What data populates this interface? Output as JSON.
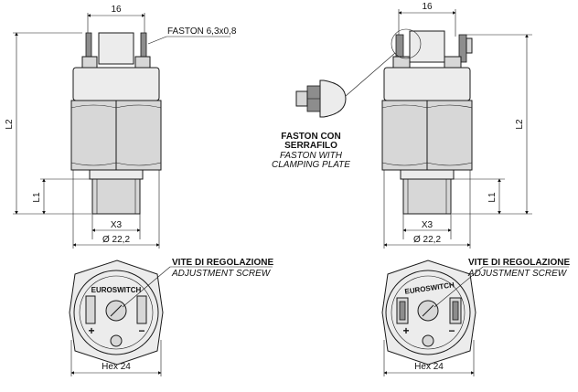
{
  "left_drawing": {
    "width_dim": "16",
    "faston_label": "FASTON 6,3x0,8",
    "l2": "L2",
    "l1": "L1",
    "x3": "X3",
    "diameter": "Ø 22,2"
  },
  "right_drawing": {
    "width_dim": "16",
    "faston_con": "FASTON CON",
    "serrafilo": "SERRAFILO",
    "faston_with": "FASTON WITH",
    "clamping_plate": "CLAMPING PLATE",
    "l2": "L2",
    "l1": "L1",
    "x3": "X3",
    "diameter": "Ø 22,2"
  },
  "left_bottom": {
    "vite": "VITE DI REGOLAZIONE",
    "adjust": "ADJUSTMENT SCREW",
    "brand": "EUROSWITCH",
    "plus": "+",
    "minus": "−",
    "hex": "Hex 24"
  },
  "right_bottom": {
    "vite": "VITE DI REGOLAZIONE",
    "adjust": "ADJUSTMENT SCREW",
    "brand": "EUROSWITCH",
    "plus": "+",
    "minus": "−",
    "hex": "Hex 24"
  }
}
